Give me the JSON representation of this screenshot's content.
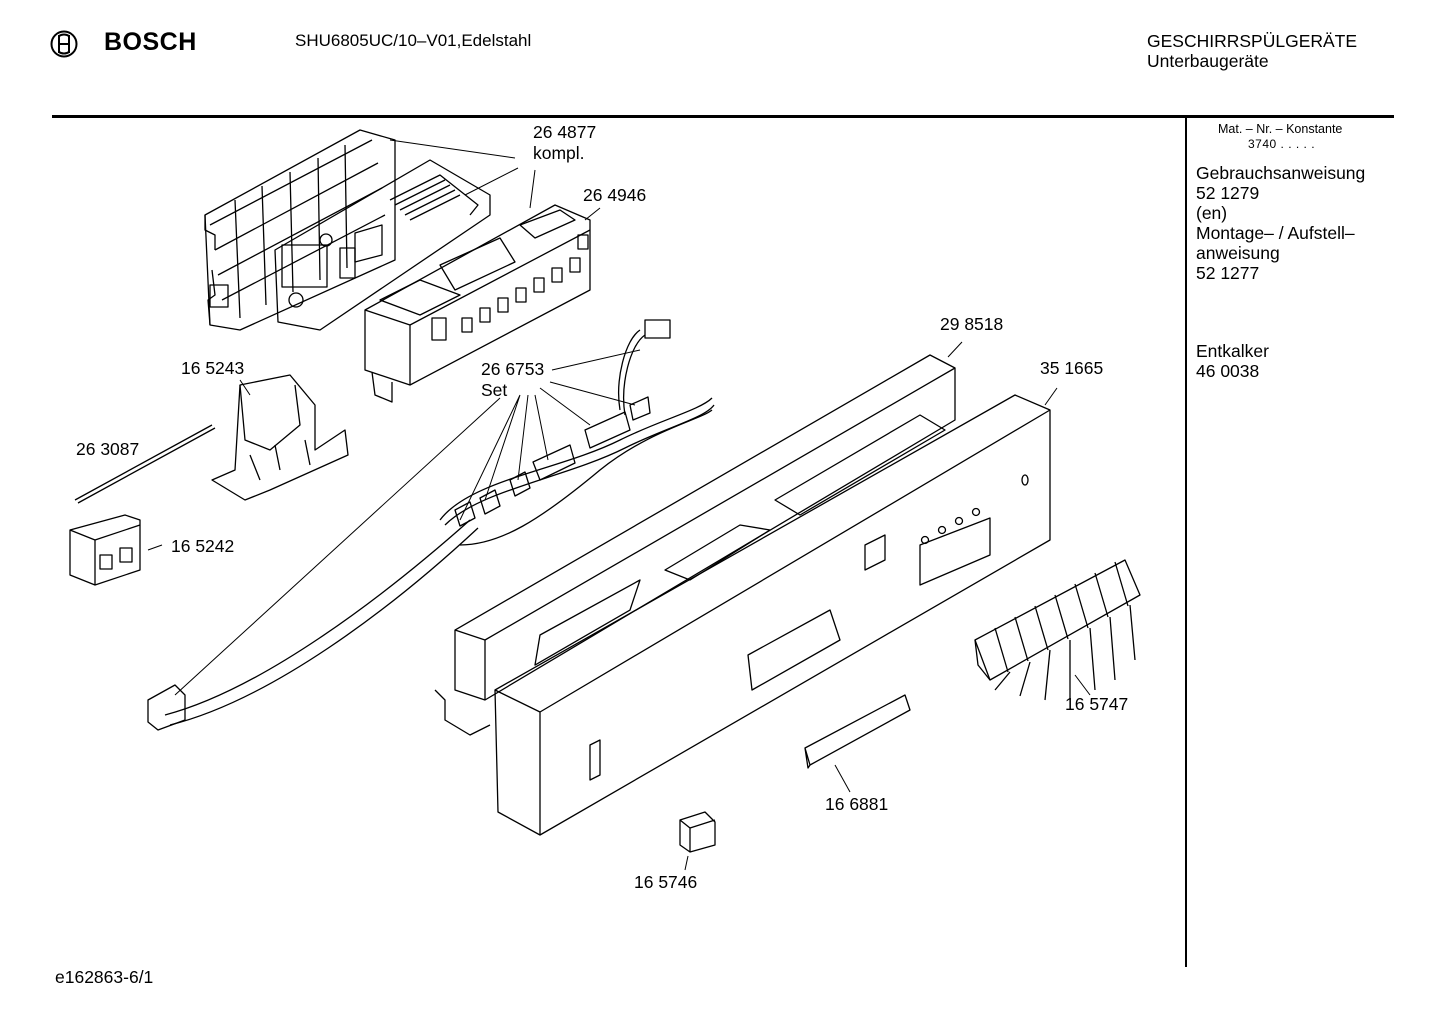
{
  "header": {
    "brand": "BOSCH",
    "model": "SHU6805UC/10–V01,Edelstahl",
    "category_title": "GESCHIRRSPÜLGERÄTE",
    "category_subtitle": "Unterbaugeräte"
  },
  "side_panel": {
    "mat_header": "Mat. – Nr. – Konstante",
    "mat_value": "3740  .  .  .  .  .",
    "items": [
      {
        "title_lines": [
          "Gebrauchsanweisung"
        ],
        "number": "52 1279",
        "note": "(en)"
      },
      {
        "title_lines": [
          "Montage– / Aufstell–",
          "anweisung"
        ],
        "number": "52 1277"
      },
      {
        "title_lines": [
          "Entkalker"
        ],
        "number": "46 0038"
      }
    ]
  },
  "footer": {
    "code": "e162863-6/1"
  },
  "part_labels": [
    {
      "id": "p264877",
      "line1": "26 4877",
      "line2": "kompl."
    },
    {
      "id": "p264946",
      "line1": "26 4946"
    },
    {
      "id": "p298518",
      "line1": "29 8518"
    },
    {
      "id": "p351665",
      "line1": "35 1665"
    },
    {
      "id": "p266753",
      "line1": "26 6753",
      "line2": "Set"
    },
    {
      "id": "p165243",
      "line1": "16 5243"
    },
    {
      "id": "p263087",
      "line1": "26 3087"
    },
    {
      "id": "p165242",
      "line1": "16 5242"
    },
    {
      "id": "p165747",
      "line1": "16 5747"
    },
    {
      "id": "p166881",
      "line1": "16 6881"
    },
    {
      "id": "p165746",
      "line1": "16 5746"
    }
  ]
}
